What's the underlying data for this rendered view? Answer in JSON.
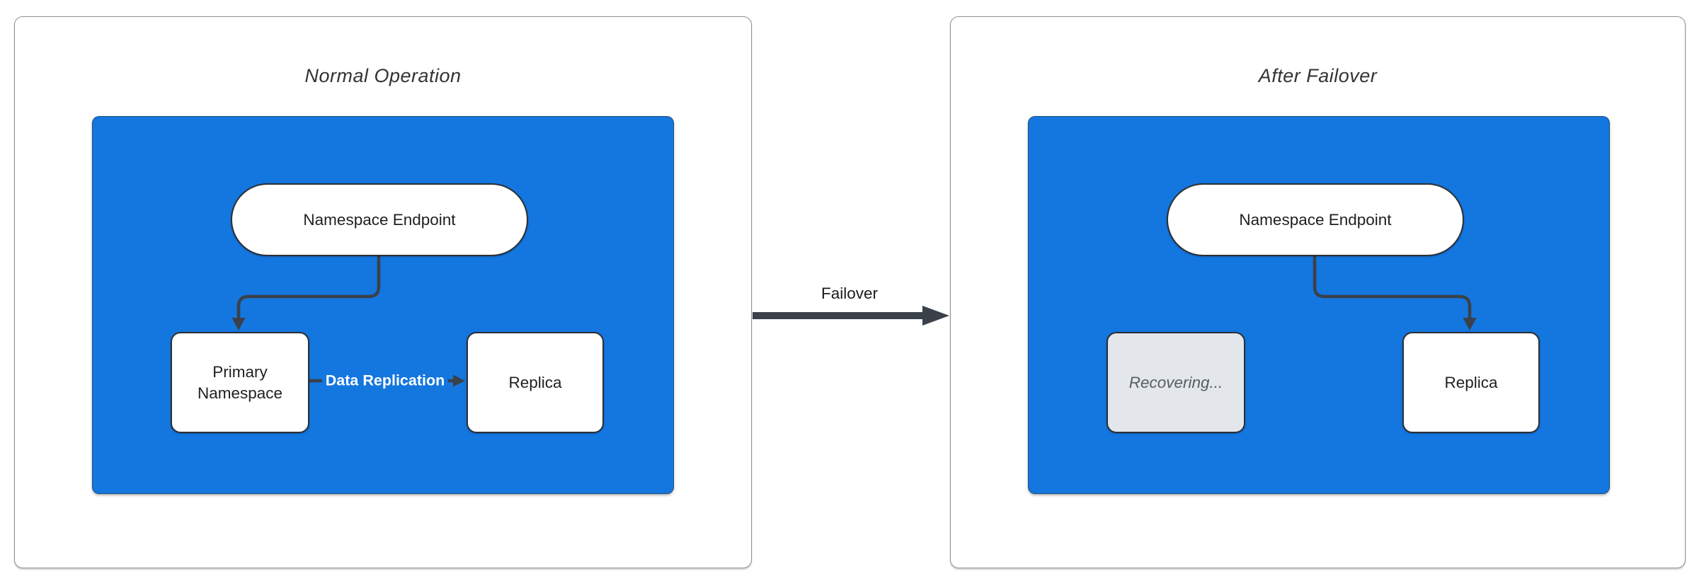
{
  "diagram": {
    "left_panel": {
      "title": "Normal Operation",
      "endpoint_label": "Namespace Endpoint",
      "primary_label": "Primary Namespace",
      "replica_label": "Replica",
      "replication_edge_label": "Data Replication"
    },
    "failover_edge_label": "Failover",
    "right_panel": {
      "title": "After Failover",
      "endpoint_label": "Namespace Endpoint",
      "recovering_label": "Recovering...",
      "replica_label": "Replica"
    },
    "colors": {
      "container_fill": "#1476DF",
      "node_fill": "#FFFFFF",
      "node_border": "#2C3035",
      "recovering_fill": "#E3E6EA",
      "recovering_text": "#565D66",
      "edge_stroke": "#3A4149",
      "panel_border": "#8F8F8F",
      "title_text": "#333333",
      "edge_label_text": "#FFFFFF"
    }
  }
}
